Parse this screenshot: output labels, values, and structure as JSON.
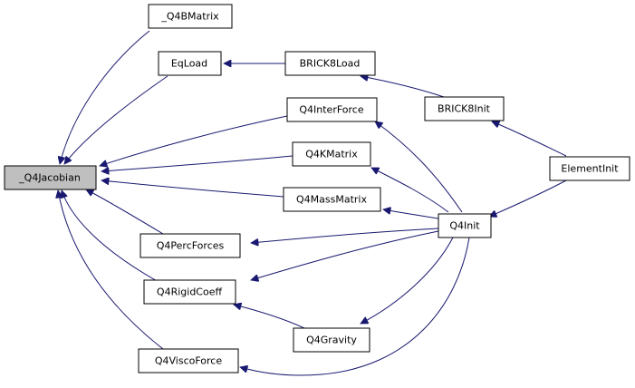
{
  "nodes": {
    "q4jacobian": "_Q4Jacobian",
    "q4bmatrix": "_Q4BMatrix",
    "eqload": "EqLoad",
    "brick8load": "BRICK8Load",
    "brick8init": "BRICK8Init",
    "elementinit": "ElementInit",
    "q4interforce": "Q4InterForce",
    "q4kmatrix": "Q4KMatrix",
    "q4massmatrix": "Q4MassMatrix",
    "q4init": "Q4Init",
    "q4percforces": "Q4PercForces",
    "q4rigidcoeff": "Q4RigidCoeff",
    "q4gravity": "Q4Gravity",
    "q4viscoforce": "Q4ViscoForce"
  },
  "edges": [
    {
      "from": "q4bmatrix",
      "to": "q4jacobian"
    },
    {
      "from": "eqload",
      "to": "q4jacobian"
    },
    {
      "from": "q4interforce",
      "to": "q4jacobian"
    },
    {
      "from": "q4kmatrix",
      "to": "q4jacobian"
    },
    {
      "from": "q4massmatrix",
      "to": "q4jacobian"
    },
    {
      "from": "q4percforces",
      "to": "q4jacobian"
    },
    {
      "from": "q4rigidcoeff",
      "to": "q4jacobian"
    },
    {
      "from": "q4viscoforce",
      "to": "q4jacobian"
    },
    {
      "from": "brick8load",
      "to": "eqload"
    },
    {
      "from": "brick8init",
      "to": "brick8load"
    },
    {
      "from": "elementinit",
      "to": "brick8init"
    },
    {
      "from": "elementinit",
      "to": "q4init"
    },
    {
      "from": "q4init",
      "to": "q4interforce"
    },
    {
      "from": "q4init",
      "to": "q4kmatrix"
    },
    {
      "from": "q4init",
      "to": "q4massmatrix"
    },
    {
      "from": "q4init",
      "to": "q4percforces"
    },
    {
      "from": "q4init",
      "to": "q4rigidcoeff"
    },
    {
      "from": "q4init",
      "to": "q4gravity"
    },
    {
      "from": "q4init",
      "to": "q4viscoforce"
    },
    {
      "from": "q4gravity",
      "to": "q4rigidcoeff"
    }
  ],
  "colors": {
    "edge": "#191970",
    "root_fill": "#bfbfbf",
    "node_fill": "#ffffff",
    "node_border": "#000000"
  }
}
